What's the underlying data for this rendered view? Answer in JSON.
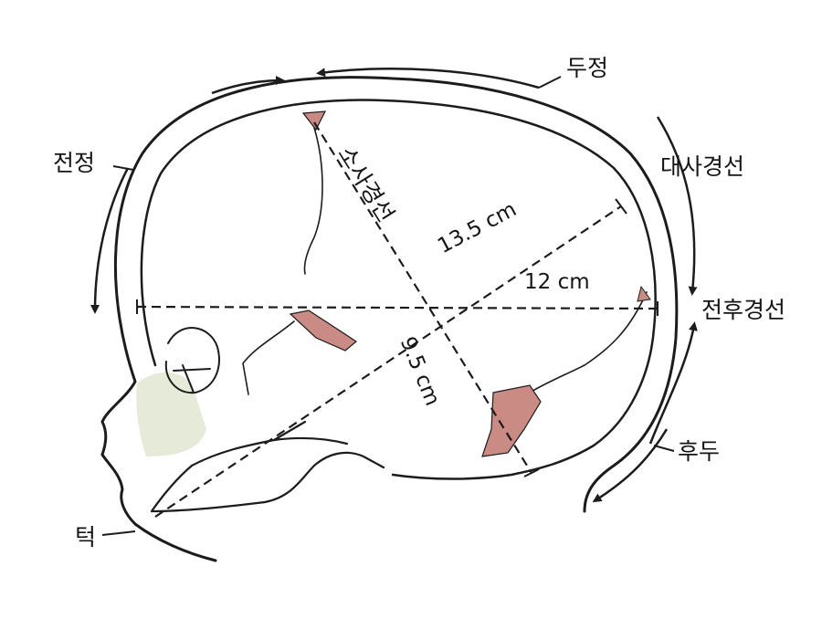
{
  "labels": {
    "frontal": "전정",
    "parietal": "두정",
    "major_oblique": "대사경선",
    "anteroposterior": "전후경선",
    "occipital": "후두",
    "chin": "턱",
    "suboccipitobregmatic": "소사경선"
  },
  "measurements": {
    "major_oblique": "13.5 cm",
    "occipitofrontal": "12 cm",
    "suboccipitobregmatic": "9.5 cm"
  },
  "colors": {
    "line": "#1c1c1c",
    "fontanelle": "#c98b84",
    "face_shading": "#e6ead8",
    "background": "#ffffff"
  }
}
